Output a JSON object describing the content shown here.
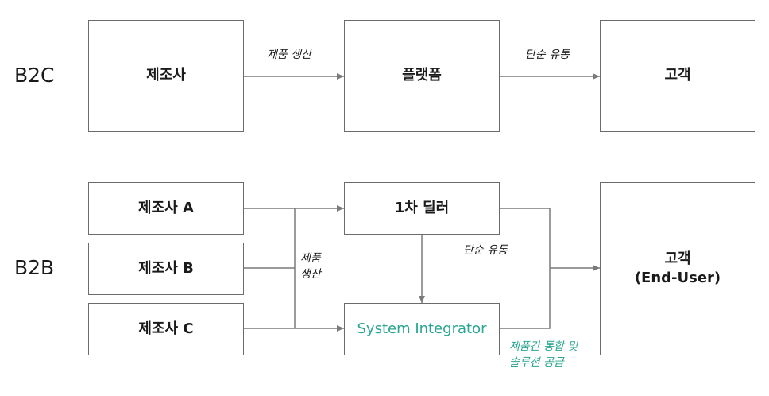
{
  "b2c": {
    "row_label": "B2C",
    "manufacturer": "제조사",
    "platform": "플랫폼",
    "customer": "고객",
    "edge_production": "제품 생산",
    "edge_distribution": "단순 유통"
  },
  "b2b": {
    "row_label": "B2B",
    "manufacturer_a": "제조사 A",
    "manufacturer_b": "제조사 B",
    "manufacturer_c": "제조사 C",
    "dealer": "1차 딜러",
    "integrator": "System Integrator",
    "customer_line1": "고객",
    "customer_line2": "(End-User)",
    "edge_production_line1": "제품",
    "edge_production_line2": "생산",
    "edge_distribution": "단순 유통",
    "integration_line1": "제품간 통합 및",
    "integration_line2": "솔루션 공급"
  },
  "colors": {
    "accent_teal": "#2aa592",
    "line_gray": "#7a7a7a",
    "border_gray": "#6b6b6b"
  }
}
